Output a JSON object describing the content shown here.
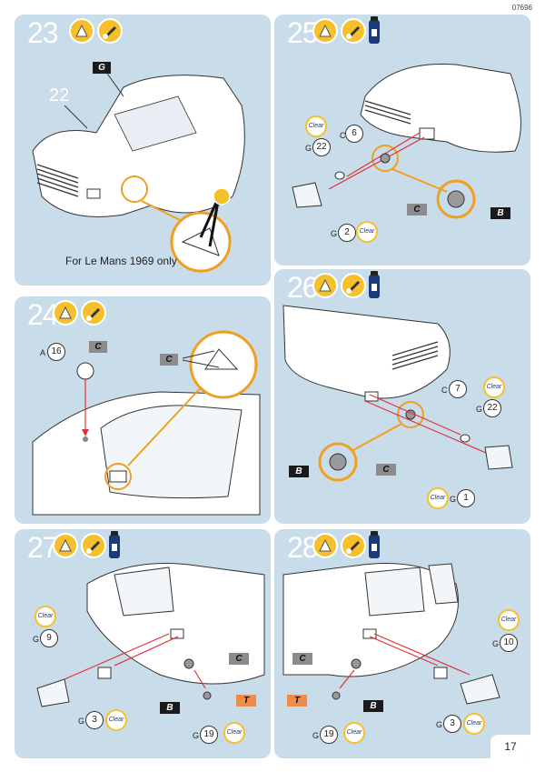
{
  "doc_code": "07696",
  "page_number": "17",
  "steps": [
    {
      "number": "23",
      "part_label": "22",
      "note": "For Le Mans 1969 only",
      "flag": "G"
    },
    {
      "number": "25",
      "parts": [
        {
          "letter": "C",
          "num": "6"
        },
        {
          "letter": "G",
          "num": "22"
        },
        {
          "letter": "G",
          "num": "2"
        }
      ],
      "clear": "Clear",
      "flags": [
        "C",
        "B"
      ]
    },
    {
      "number": "24",
      "parts": [
        {
          "letter": "A",
          "num": "16"
        }
      ],
      "flags": [
        "C",
        "C"
      ]
    },
    {
      "number": "26",
      "parts": [
        {
          "letter": "C",
          "num": "7"
        },
        {
          "letter": "G",
          "num": "22"
        },
        {
          "letter": "G",
          "num": "1"
        }
      ],
      "clear": "Clear",
      "flags": [
        "B",
        "C"
      ]
    },
    {
      "number": "27",
      "parts": [
        {
          "letter": "G",
          "num": "9"
        },
        {
          "letter": "G",
          "num": "3"
        },
        {
          "letter": "G",
          "num": "19"
        }
      ],
      "clear": "Clear",
      "flags": [
        "C",
        "B",
        "T"
      ]
    },
    {
      "number": "28",
      "parts": [
        {
          "letter": "G",
          "num": "10"
        },
        {
          "letter": "G",
          "num": "3"
        },
        {
          "letter": "G",
          "num": "19"
        }
      ],
      "clear": "Clear",
      "flags": [
        "C",
        "T",
        "B"
      ]
    }
  ],
  "colors": {
    "panel": "#c9dcea",
    "accent": "#f0a020",
    "arrow": "#e0323a",
    "flag_dark": "#1a1a1a",
    "flag_grey": "#8c8c8c",
    "flag_orange": "#f08c4a",
    "clear_ring": "#f5c02a"
  },
  "icons": [
    "glue-icon",
    "brush-icon",
    "paint-bottle-icon"
  ]
}
